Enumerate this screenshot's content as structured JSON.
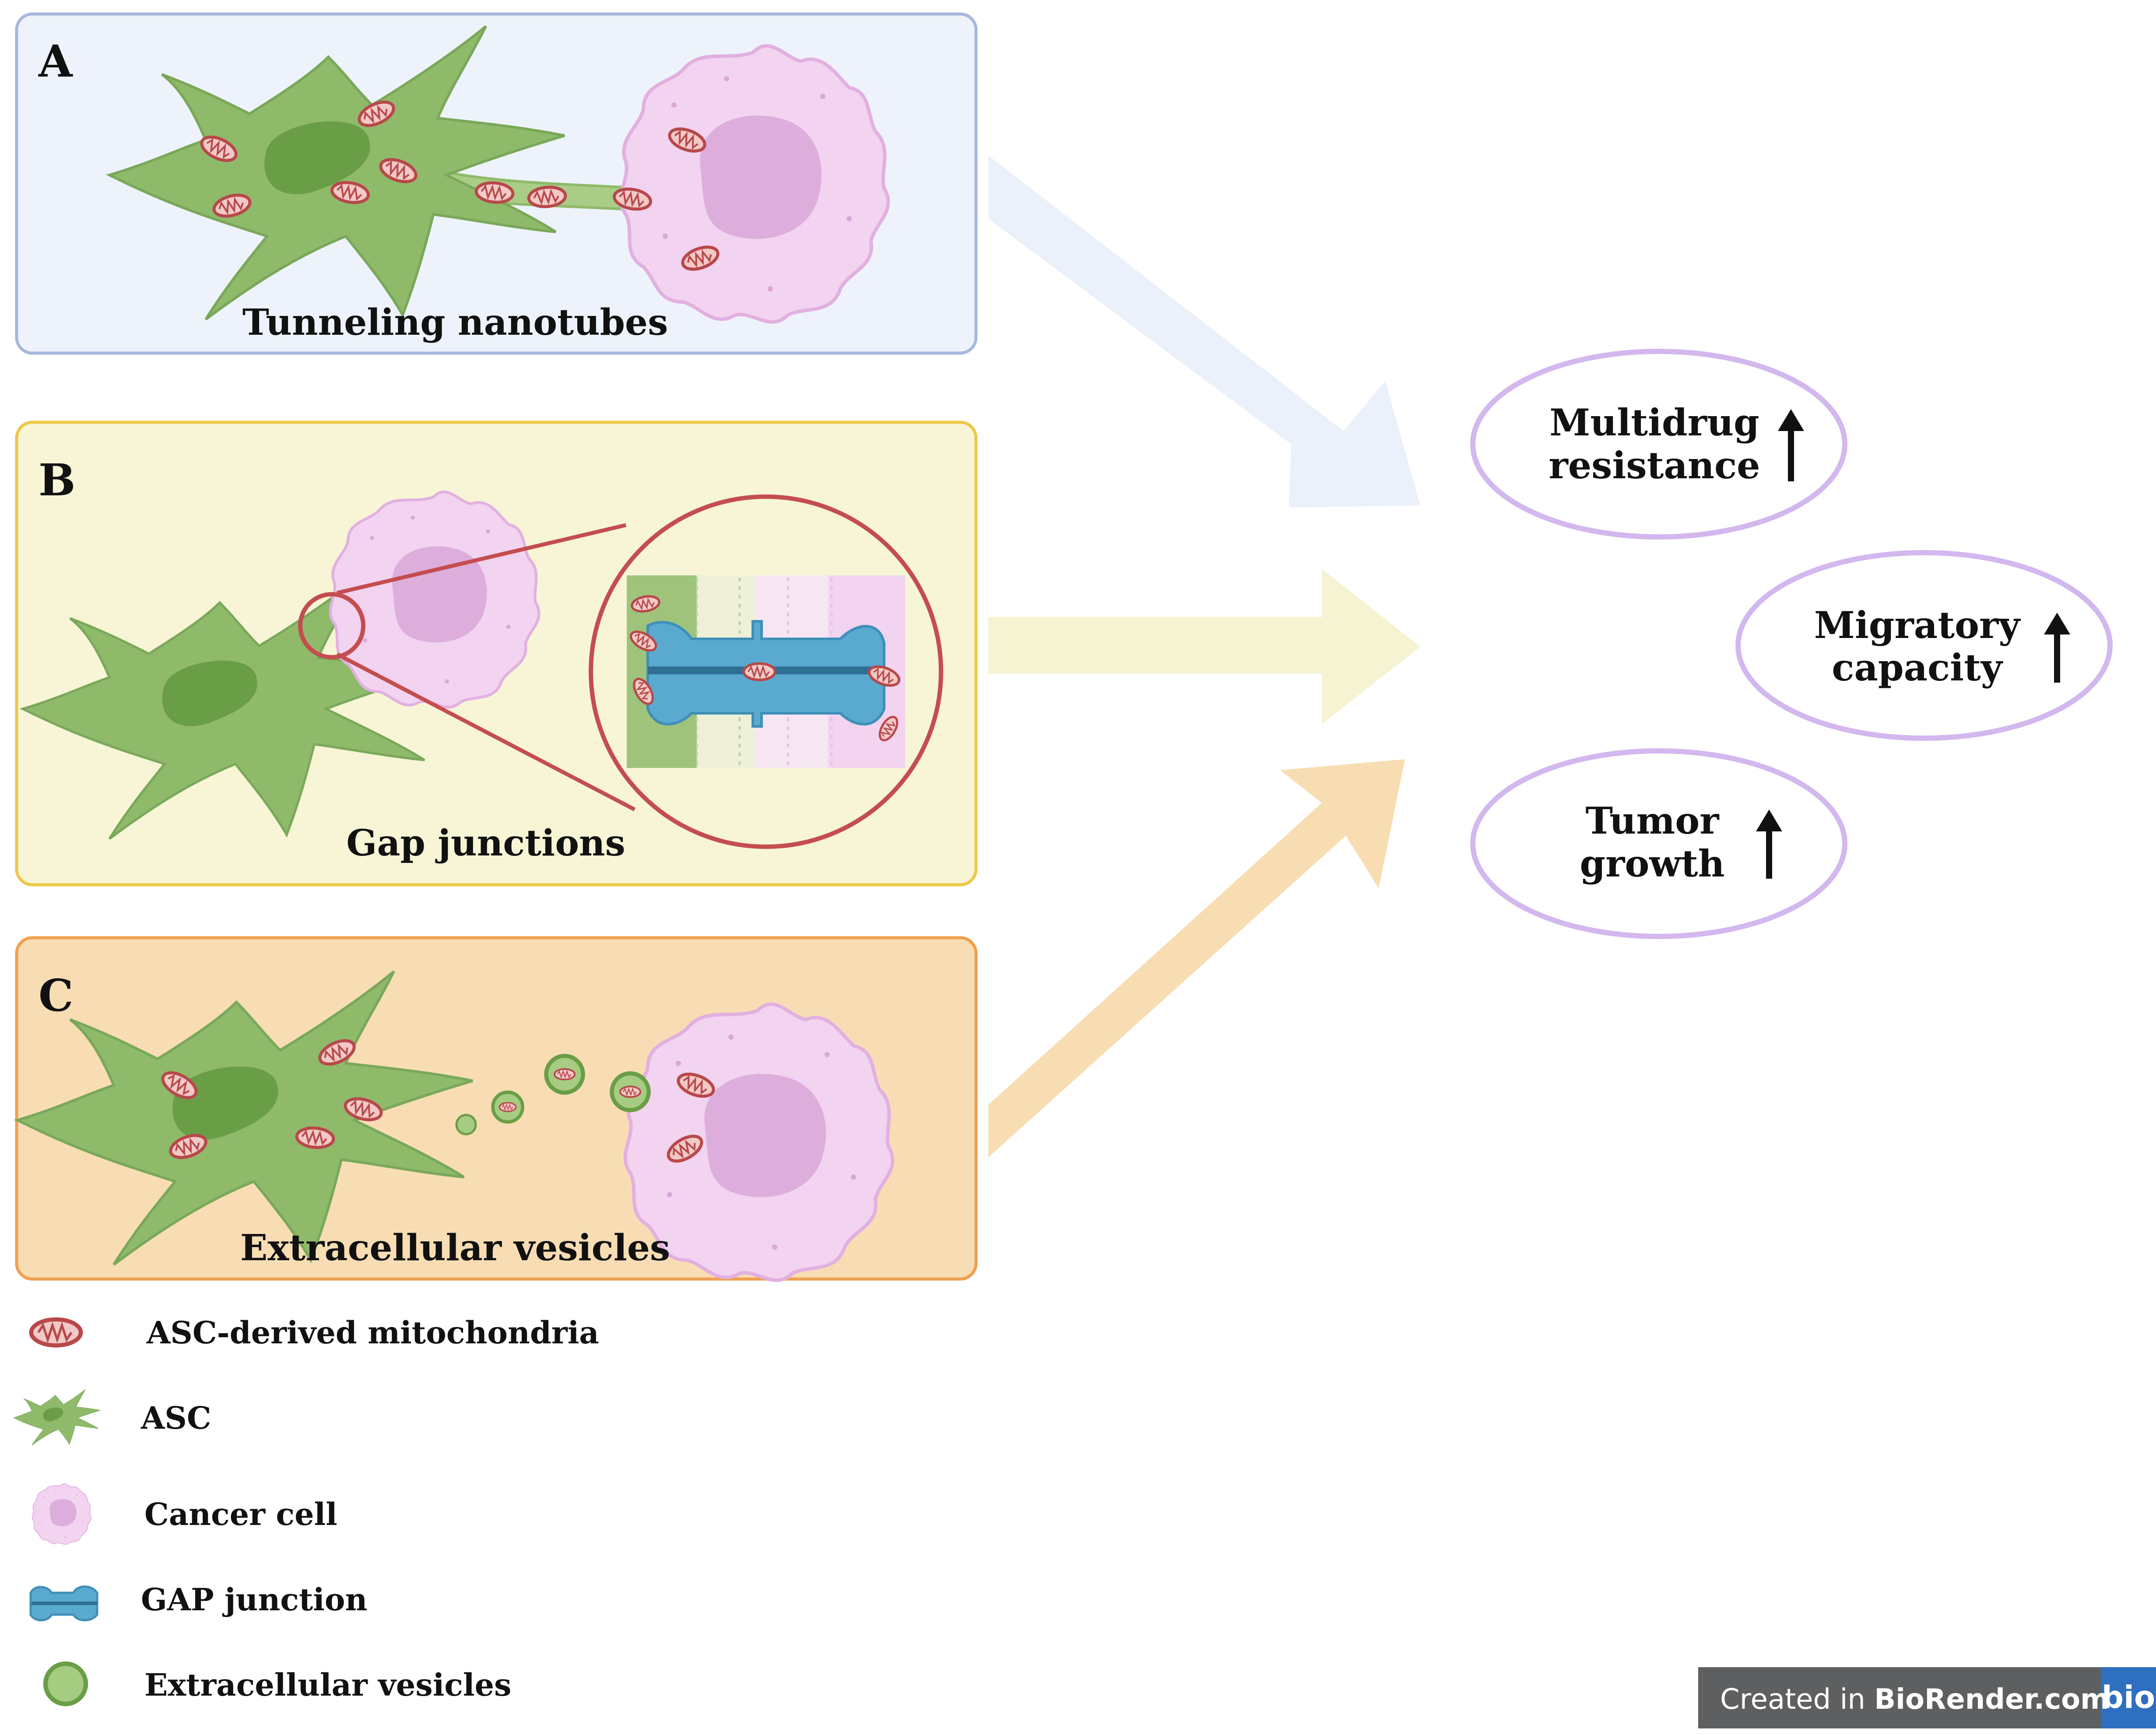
{
  "panels": [
    {
      "letter": "A",
      "caption": "Tunneling nanotubes",
      "color": "#eef3fb",
      "border": "#a7b8de"
    },
    {
      "letter": "B",
      "caption": "Gap junctions",
      "color": "#f7f5d6",
      "border": "#ecc84a"
    },
    {
      "letter": "C",
      "caption": "Extracellular vesicles",
      "color": "#f8ddb4",
      "border": "#f0a050"
    }
  ],
  "outcomes": [
    {
      "line1": "Multidrug",
      "line2": "resistance"
    },
    {
      "line1": "Migratory",
      "line2": "capacity"
    },
    {
      "line1": "Tumor",
      "line2": "growth"
    }
  ],
  "legend": [
    {
      "icon": "mitochondrion-icon",
      "label": "ASC-derived mitochondria"
    },
    {
      "icon": "asc-cell-icon",
      "label": "ASC"
    },
    {
      "icon": "cancer-cell-icon",
      "label": "Cancer cell"
    },
    {
      "icon": "gap-junction-icon",
      "label": "GAP junction"
    },
    {
      "icon": "extracellular-vesicle-icon",
      "label": "Extracellular vesicles"
    }
  ],
  "badge": {
    "prefix": "Created in ",
    "brand": "BioRender.com",
    "logo": "bio"
  },
  "colors": {
    "asc_green": "#8fba6a",
    "asc_nucleus": "#6a9e46",
    "cancer_pink": "#f2d3f0",
    "cancer_nucleus": "#ddaedb",
    "mito_red": "#b8484a",
    "gap_blue": "#5aa9cf",
    "outcome_border": "#d2b8ee",
    "arrow_a": "#eaf1fa",
    "arrow_b": "#f5f3d2",
    "arrow_c": "#f8ddb2"
  }
}
